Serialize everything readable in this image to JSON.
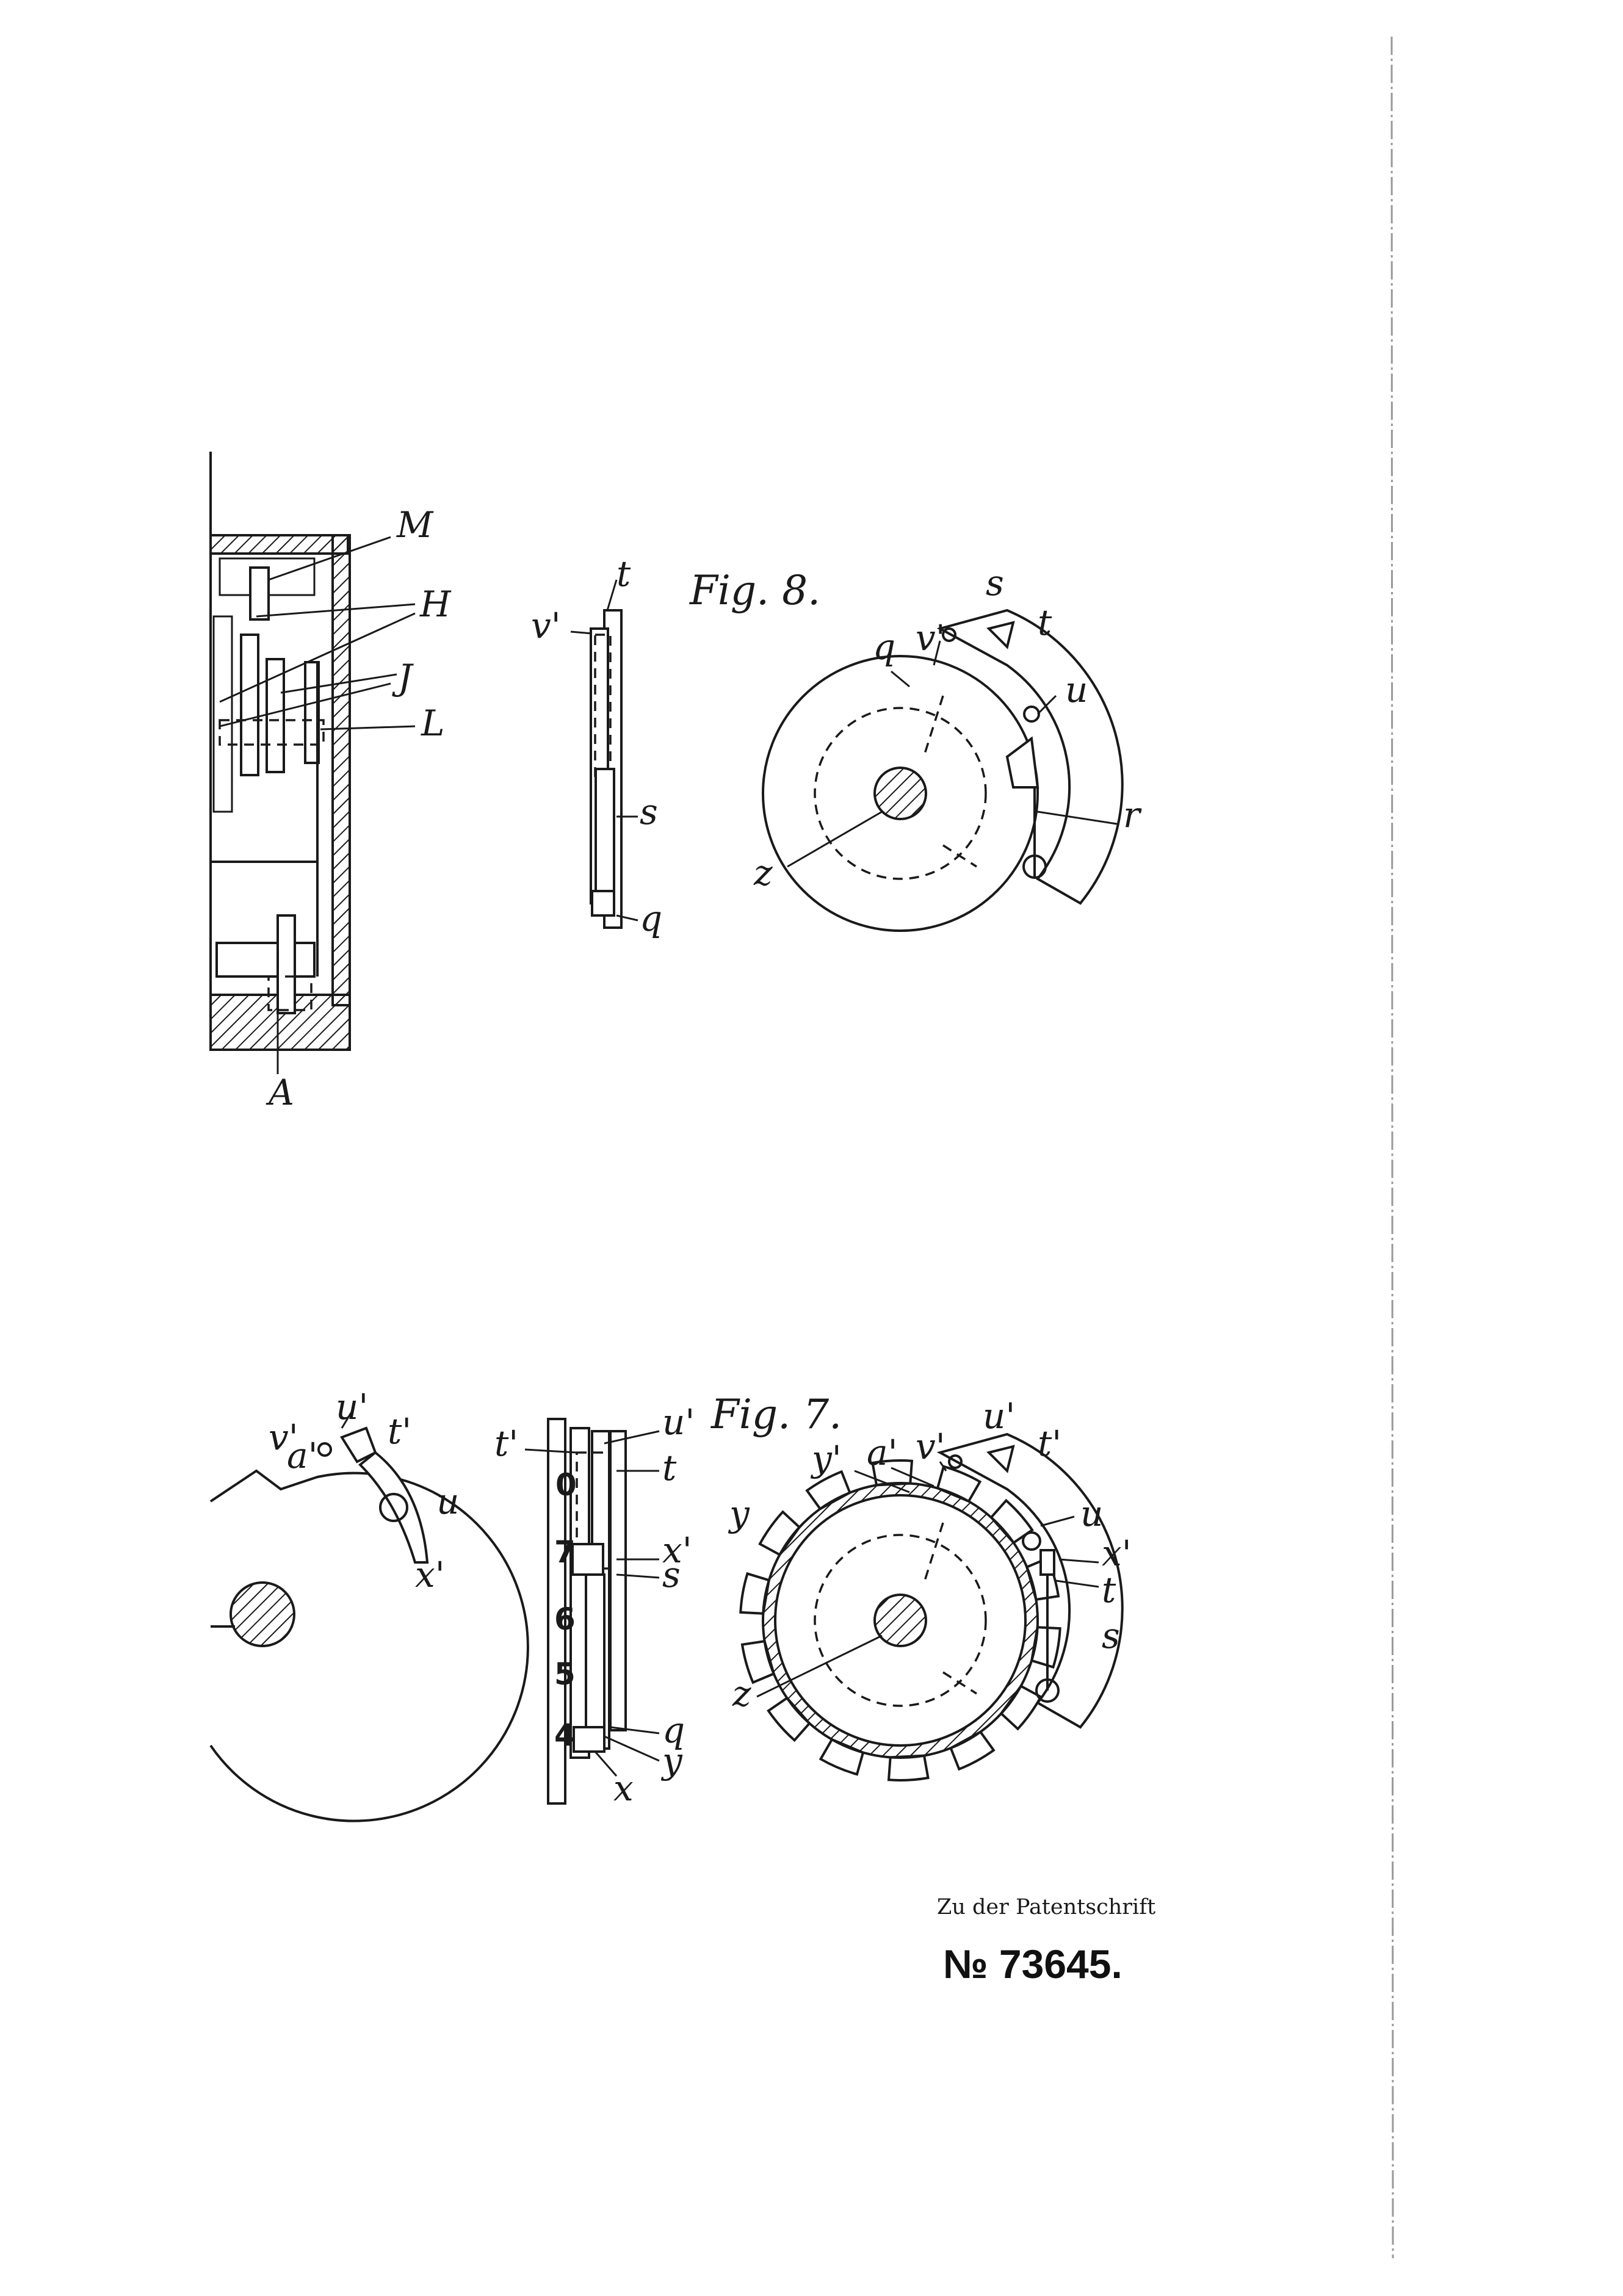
{
  "page": {
    "caption": "Zu der Patentschrift",
    "patent_number": "№ 73645."
  },
  "fig8": {
    "title": "Fig. 8.",
    "side_labels": {
      "t": "t",
      "v1": "v'",
      "s": "s",
      "q": "q"
    },
    "wheel_labels": {
      "q": "q",
      "v1": "v'",
      "s": "s",
      "t": "t",
      "u": "u",
      "r": "r",
      "z": "z"
    }
  },
  "fig7": {
    "title": "Fig. 7.",
    "side_labels": {
      "t1": "t'",
      "u1": "u'",
      "t": "t",
      "x1": "x'",
      "s": "s",
      "q": "q",
      "y": "y",
      "x": "x"
    },
    "digits": [
      "0",
      "7",
      "6",
      "5",
      "4"
    ],
    "wheel_labels": {
      "y1": "y'",
      "a1": "a'",
      "v1": "v'",
      "u1": "u'",
      "t1": "t'",
      "u": "u",
      "x1": "x'",
      "t": "t",
      "y": "y",
      "s": "s",
      "z": "z"
    }
  },
  "left_fig_top": {
    "labels": {
      "M": "M",
      "H": "H",
      "J": "J",
      "L": "L",
      "A": "A"
    }
  },
  "left_fig_bottom": {
    "labels": {
      "v1": "v'",
      "u1": "u'",
      "t1": "t'",
      "a1": "a'",
      "u": "u",
      "x1": "x'"
    }
  }
}
